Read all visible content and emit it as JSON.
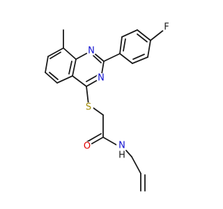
{
  "molecule": {
    "atom_labels": {
      "fluorine": "F",
      "nitrogen_1": "N",
      "nitrogen_3": "N",
      "sulfur": "S",
      "oxygen": "O",
      "amide_nitrogen": "N",
      "amide_hydrogen": "H"
    }
  },
  "colors": {
    "bond": "#1a1a1a",
    "nitrogen": "#1010d0",
    "sulfur": "#a08a00",
    "oxygen": "#e00000",
    "fluorine": "#1a1a1a",
    "background": "#ffffff"
  }
}
